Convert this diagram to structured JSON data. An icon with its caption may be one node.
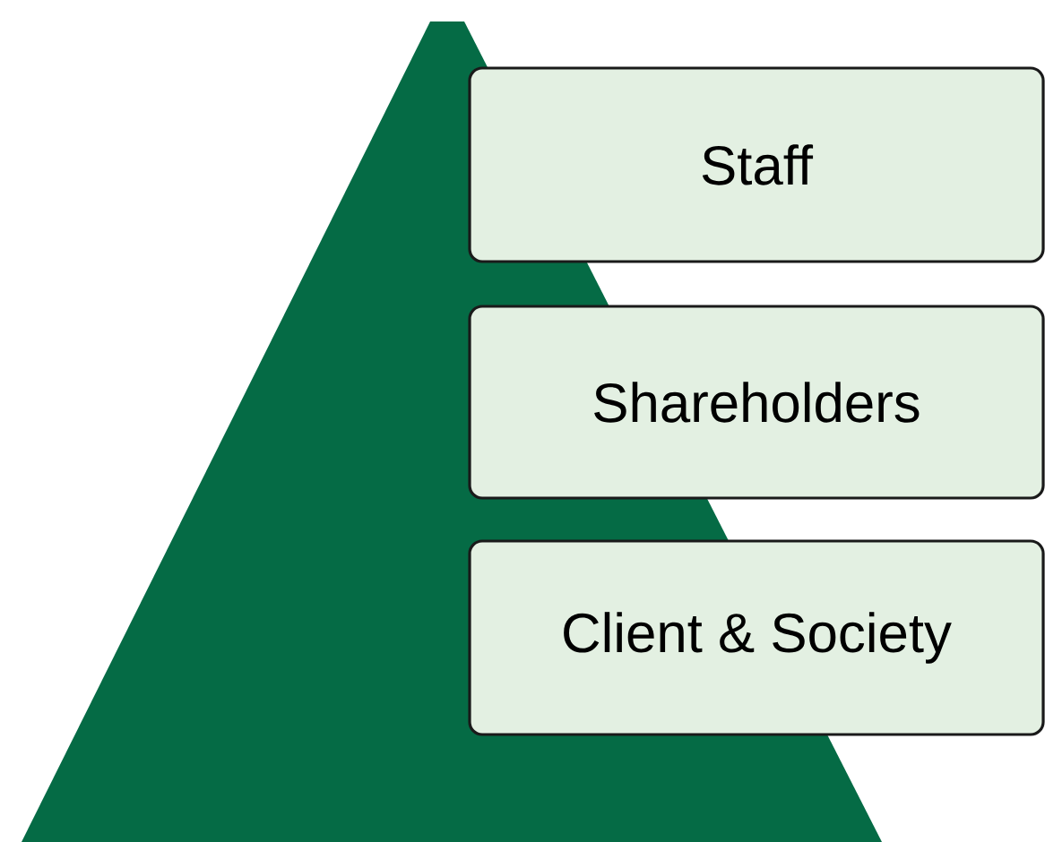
{
  "diagram": {
    "nodes": [
      {
        "text": [
          "Staff"
        ]
      },
      {
        "text": [
          "Shareholders"
        ]
      },
      {
        "text": [
          "Client & Society"
        ]
      }
    ]
  }
}
